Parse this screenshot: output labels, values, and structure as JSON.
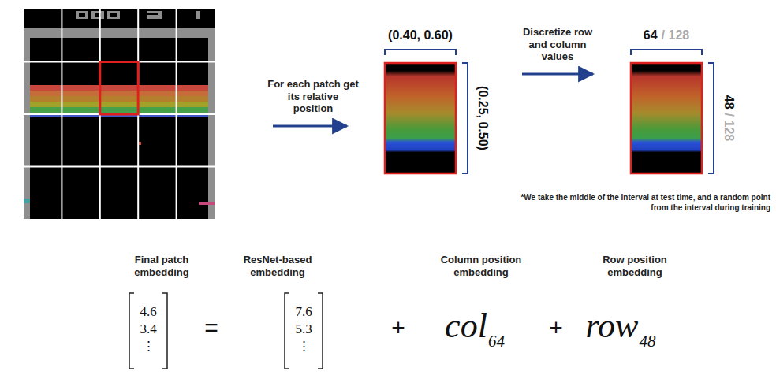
{
  "diagram": {
    "labels": [
      "For each patch get its relative position",
      "(0.40, 0.60)",
      "(0.25, 0.50)",
      "Discretize row and column values",
      "64",
      "/ 128",
      "48",
      "/ 128",
      "*We take the middle of the interval at test time, and a random point from the interval during training",
      "Final patch embedding",
      "ResNet-based embedding",
      "Column position embedding",
      "Row position embedding",
      "4.6",
      "3.4",
      "⋮",
      "=",
      "7.6",
      "5.3",
      "⋮",
      "+",
      "col",
      "64",
      "+",
      "row",
      "48"
    ]
  }
}
